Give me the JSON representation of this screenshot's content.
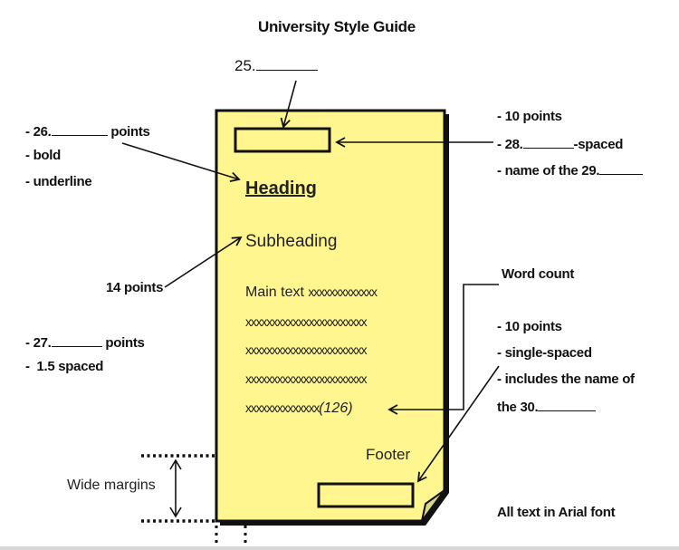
{
  "title": "University Style Guide",
  "colors": {
    "page_fill": "#FFF68F",
    "fold_fill": "#D6D98A",
    "outline": "#111111"
  },
  "top_label": {
    "number": "25."
  },
  "left_heading_notes": {
    "line1_prefix": "- 26.",
    "line1_suffix": "points",
    "line2": "- bold",
    "line3": "- underline"
  },
  "left_subheading_note": "14 points",
  "left_body_notes": {
    "line1_prefix": "- 27.",
    "line1_suffix": "points",
    "line2": "-  1.5 spaced"
  },
  "left_margin_note": "Wide margins",
  "right_header_notes": {
    "line1": "- 10 points",
    "line2_prefix": "- 28.",
    "line2_suffix": "-spaced",
    "line3_prefix": "- name of the 29."
  },
  "right_wordcount_note": "Word count",
  "right_footer_notes": {
    "line1": "- 10 points",
    "line2": "- single-spaced",
    "line3": "- includes the name of",
    "line4_prefix": "the 30."
  },
  "right_font_note": "All text in Arial font",
  "page": {
    "heading": "Heading",
    "subheading": "Subheading",
    "main_text_label": "Main text",
    "main_line1_x": "xxxxxxxxxxxxx",
    "main_lines": [
      "xxxxxxxxxxxxxxxxxxxxxxx",
      "xxxxxxxxxxxxxxxxxxxxxxx",
      "xxxxxxxxxxxxxxxxxxxxxxx"
    ],
    "last_line_x": "xxxxxxxxxxxxxx",
    "word_count": "(126)",
    "footer_label": "Footer"
  }
}
